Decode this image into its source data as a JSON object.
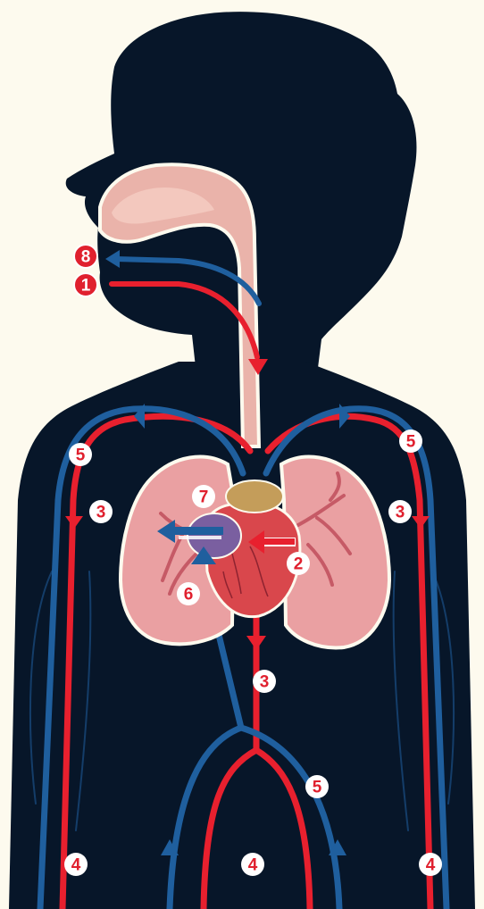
{
  "colors": {
    "background": "#fdfaee",
    "silhouette": "#071629",
    "oxygenated_blood": "#e8202e",
    "deoxygenated_blood": "#1f5f9e",
    "airway": "#eab3aa",
    "lungs": "#eaa0a2",
    "heart": "#d9474c",
    "badge_fill_white": "#ffffff",
    "badge_fill_red": "#e0202e"
  },
  "labels": {
    "mouth_out": "8",
    "mouth_in": "1",
    "heart_right": "2",
    "heart_left_top": "7",
    "heart_left_bottom": "6",
    "left_arm_upper": "5",
    "left_arm_mid": "3",
    "left_leg": "4",
    "right_arm_upper": "5",
    "right_arm_mid": "3",
    "right_leg": "4",
    "aorta": "3",
    "vena_cava": "5",
    "lower_body": "4"
  },
  "icons": {
    "inhale_arrow": "arrow-right-down",
    "exhale_arrow": "arrow-left",
    "heart": "heart-organ",
    "lungs": "lungs-organ"
  }
}
